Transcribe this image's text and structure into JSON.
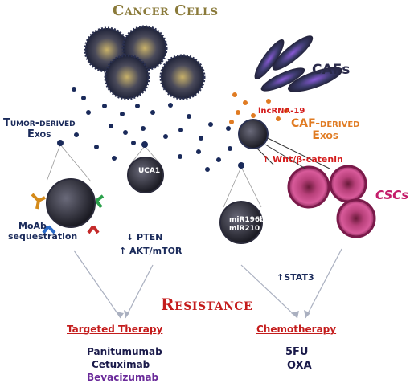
{
  "labels": {
    "cancer_cells": "Cancer Cells",
    "cafs": "CAFs",
    "tumor_exos_line1": "Tumor-derived",
    "tumor_exos_line2": "Exos",
    "caf_exos_line1": "CAF-derived",
    "caf_exos_line2": "Exos",
    "lncrna": "lncRNA-19",
    "wnt": "↑ Wnt/β-catenin",
    "cscs": "CSCs",
    "uca1": "UCA1",
    "mir196b": "miR196b",
    "mir210": "miR210",
    "moab_line1": "MoAb",
    "moab_line2": "sequestration",
    "pten": "↓ PTEN",
    "akt": "↑ AKT/mTOR",
    "stat3": "↑STAT3",
    "resistance": "Resistance"
  },
  "therapies": {
    "targeted_title": "Targeted Therapy",
    "targeted_drugs": [
      "Panitumumab",
      "Cetuximab",
      "Bevacizumab"
    ],
    "chemo_title": "Chemotherapy",
    "chemo_drugs": [
      "5FU",
      "OXA"
    ]
  },
  "colors": {
    "cancer_title": "#8a7a3a",
    "caf_orange": "#e07b22",
    "red": "#c41c1c",
    "navy": "#1a2a5a",
    "csc_pink": "#c41c6a",
    "bevacizumab": "#6a2a9a"
  }
}
